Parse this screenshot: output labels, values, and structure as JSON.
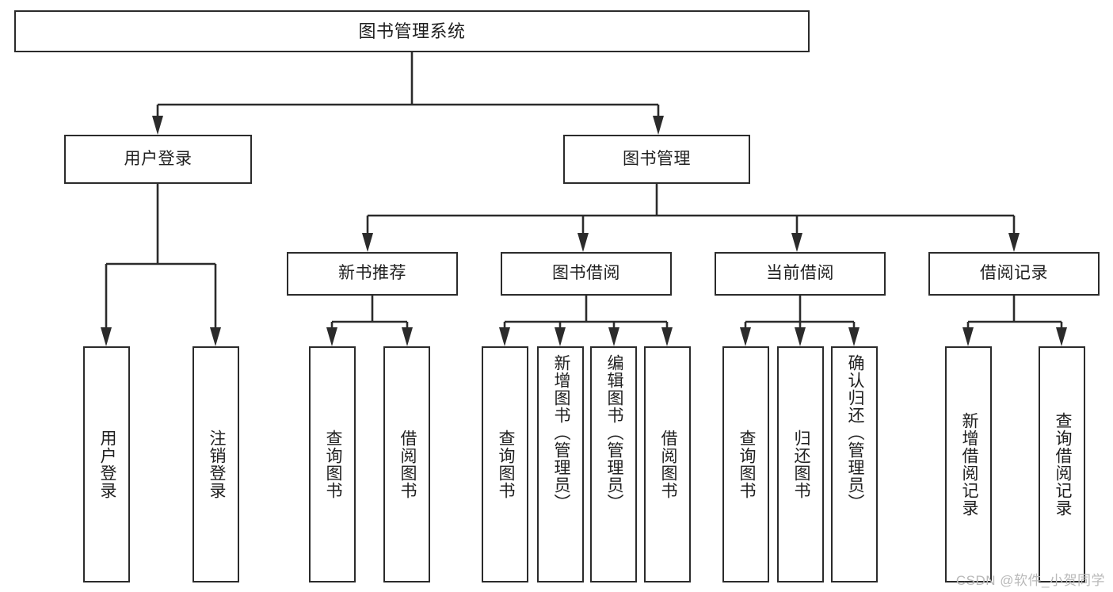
{
  "diagram": {
    "title": "图书管理系统",
    "type": "功能结构图",
    "root": {
      "label": "图书管理系统"
    },
    "level2": [
      {
        "label": "用户登录"
      },
      {
        "label": "图书管理"
      }
    ],
    "level3": [
      {
        "label": "新书推荐"
      },
      {
        "label": "图书借阅"
      },
      {
        "label": "当前借阅"
      },
      {
        "label": "借阅记录"
      }
    ],
    "leaves": {
      "user_login": [
        {
          "label": "用户登录"
        },
        {
          "label": "注销登录"
        }
      ],
      "new_book_rec": [
        {
          "label": "查询图书"
        },
        {
          "label": "借阅图书"
        }
      ],
      "book_borrow": [
        {
          "label": "查询图书"
        },
        {
          "label": "新增图书（管理员）"
        },
        {
          "label": "编辑图书（管理员）"
        },
        {
          "label": "借阅图书"
        }
      ],
      "current_borrow": [
        {
          "label": "查询图书"
        },
        {
          "label": "归还图书"
        },
        {
          "label": "确认归还（管理员）"
        }
      ],
      "borrow_record": [
        {
          "label": "新增借阅记录"
        },
        {
          "label": "查询借阅记录"
        }
      ]
    }
  },
  "watermark": {
    "text": "CSDN @软件_小贺同学"
  },
  "colors": {
    "stroke": "#2b2b2b",
    "fill": "#ffffff",
    "text": "#1f1f1f",
    "watermark": "#b9b9b9"
  }
}
